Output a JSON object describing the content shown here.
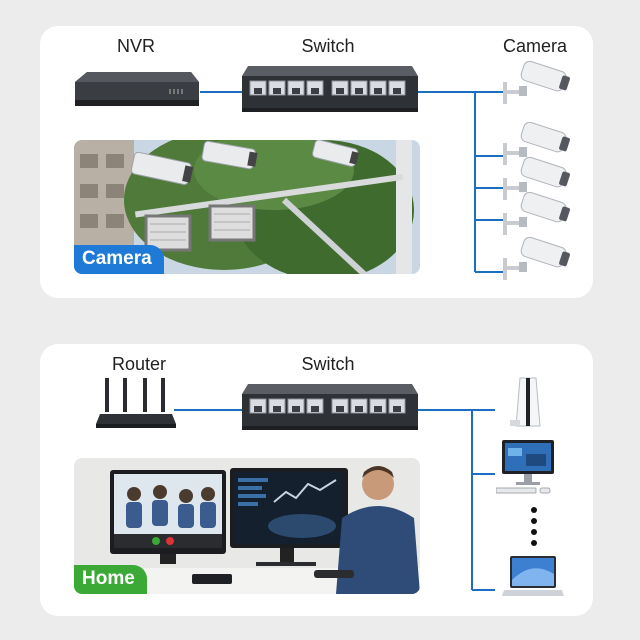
{
  "colors": {
    "wire": "#1b6fc2",
    "camera_badge": "#1e7ad6",
    "home_badge": "#3aa935",
    "panel": "#ffffff",
    "background": "#ececec"
  },
  "top": {
    "nvr_label": "NVR",
    "switch_label": "Switch",
    "camera_label": "Camera",
    "photo_badge": "Camera",
    "nvr_icon": "nvr-recorder-icon",
    "switch_icon": "ethernet-switch-icon",
    "camera_icon": "cctv-camera-icon",
    "camera_count": 5
  },
  "bottom": {
    "router_label": "Router",
    "switch_label": "Switch",
    "photo_badge": "Home",
    "router_icon": "wifi-router-icon",
    "switch_icon": "ethernet-switch-icon",
    "endpoints": [
      "game-console-icon",
      "desktop-pc-icon",
      "more-dots-icon",
      "laptop-icon"
    ]
  }
}
